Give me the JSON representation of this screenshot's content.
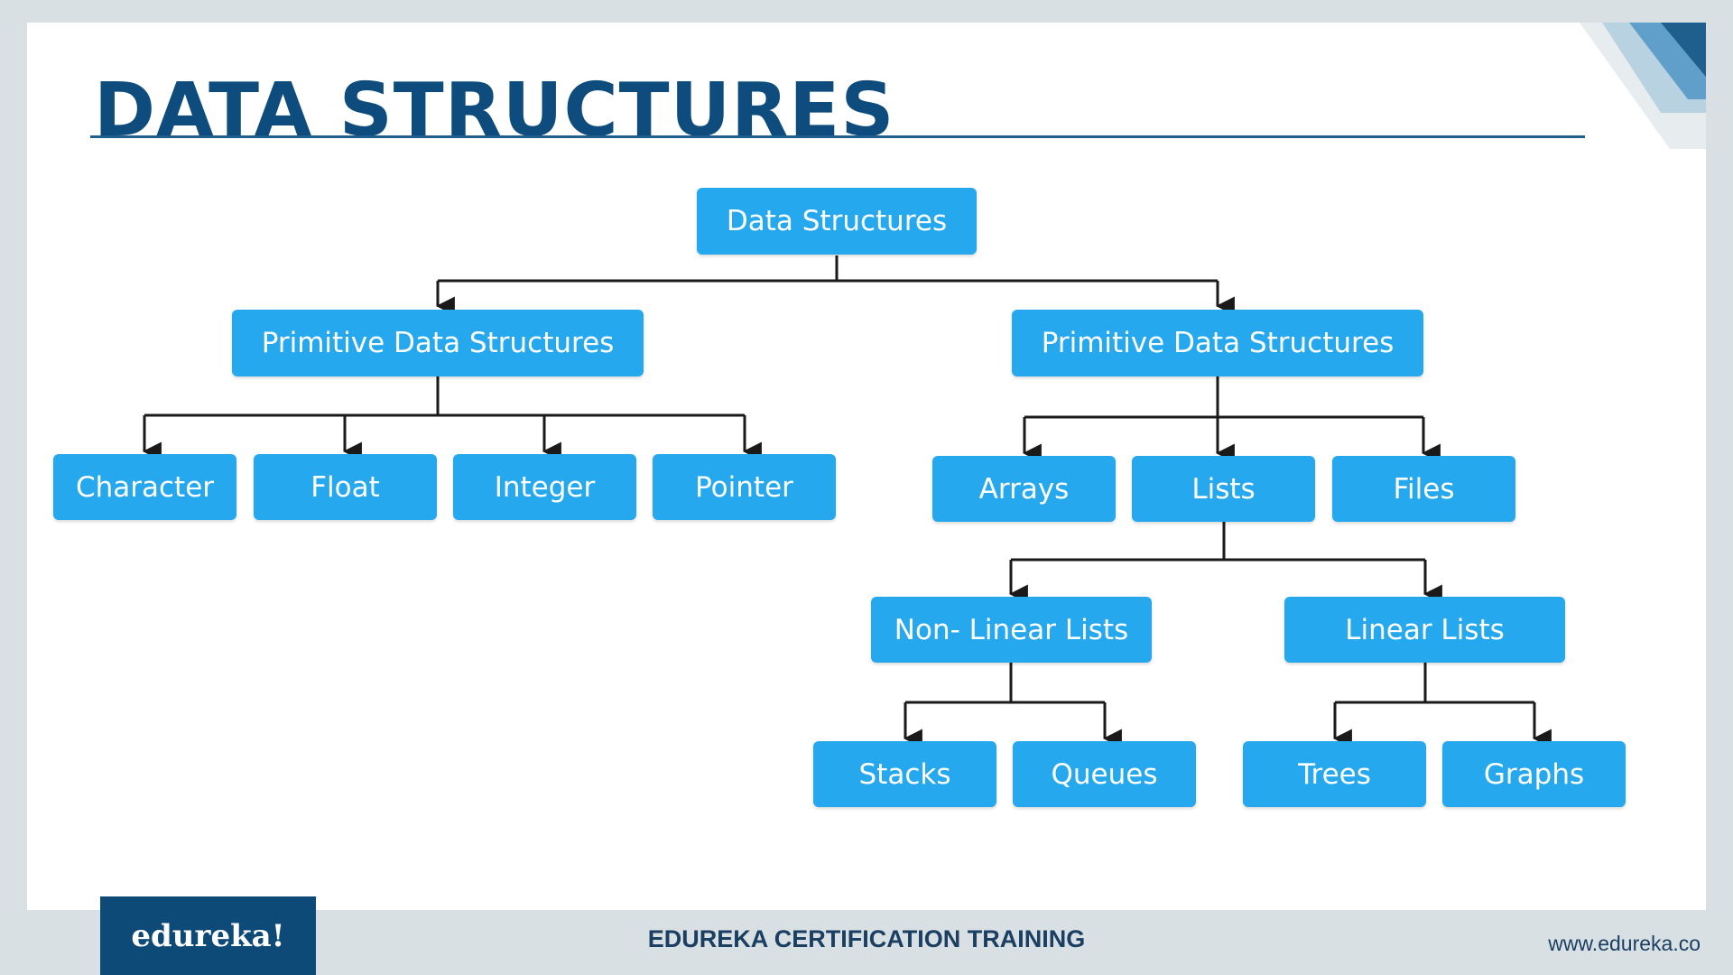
{
  "slide": {
    "title": "DATA STRUCTURES"
  },
  "diagram": {
    "type": "tree",
    "root": {
      "label": "Data Structures",
      "children": [
        {
          "label": "Primitive Data Structures",
          "children": [
            {
              "label": "Character"
            },
            {
              "label": "Float"
            },
            {
              "label": "Integer"
            },
            {
              "label": "Pointer"
            }
          ]
        },
        {
          "label": "Primitive Data Structures",
          "children": [
            {
              "label": "Arrays"
            },
            {
              "label": "Lists",
              "children": [
                {
                  "label": "Non- Linear Lists",
                  "children": [
                    {
                      "label": "Stacks"
                    },
                    {
                      "label": "Queues"
                    }
                  ]
                },
                {
                  "label": "Linear Lists",
                  "children": [
                    {
                      "label": "Trees"
                    },
                    {
                      "label": "Graphs"
                    }
                  ]
                }
              ]
            },
            {
              "label": "Files"
            }
          ]
        }
      ]
    }
  },
  "footer": {
    "logo": "edureka!",
    "center": "EDUREKA CERTIFICATION TRAINING",
    "url": "www.edureka.co"
  },
  "colors": {
    "node_fill": "#26a8ee",
    "node_text": "#ffffff",
    "title": "#0d4c7c",
    "connector": "#1a1a1a",
    "logo_bg": "#0e4a78",
    "background": "#d9e0e3"
  }
}
